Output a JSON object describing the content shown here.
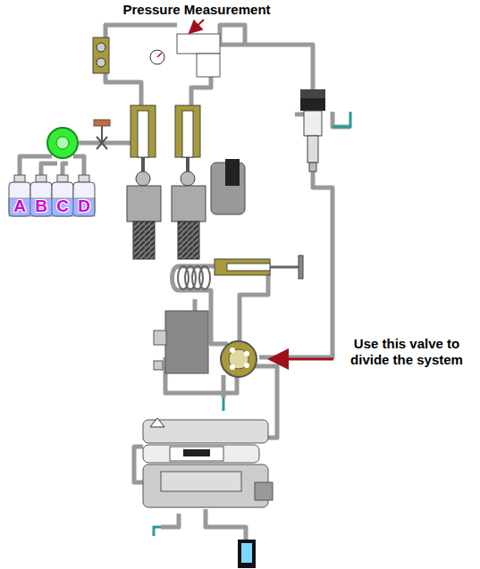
{
  "diagram": {
    "nodes": [
      {
        "text": [
          "A"
        ]
      },
      {
        "text": [
          "B"
        ]
      },
      {
        "text": [
          "C"
        ]
      },
      {
        "text": [
          "D"
        ]
      }
    ],
    "labels": [
      "Pressure Measurement",
      "Use this valve to divide the system"
    ]
  }
}
